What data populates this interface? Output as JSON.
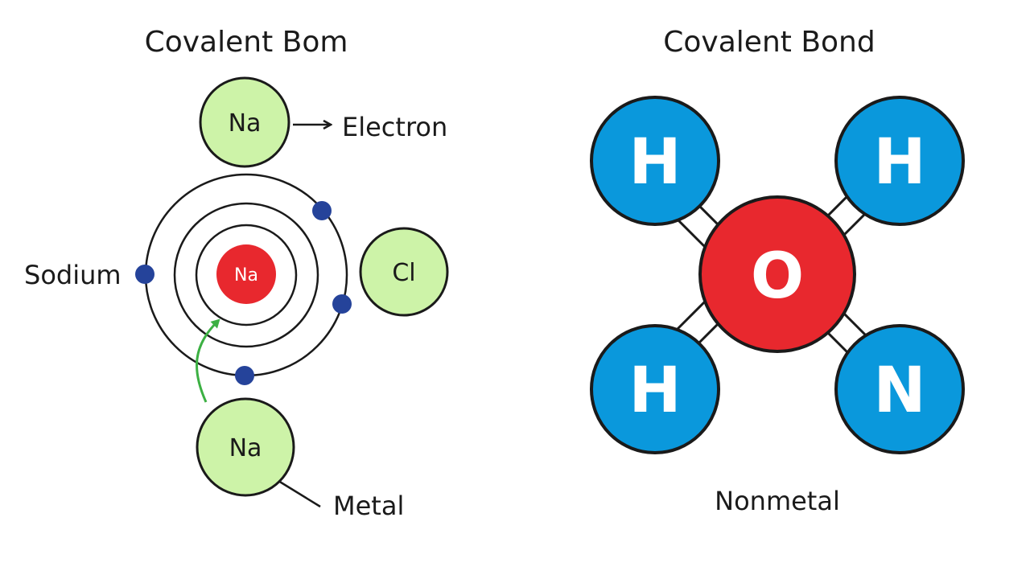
{
  "left_panel": {
    "title": "Covalent Bom",
    "top_atom": "Na",
    "electron_label": "Electron",
    "nucleus": "Na",
    "side_atom": "Cl",
    "sodium_label": "Sodium",
    "bottom_atom": "Na",
    "metal_label": "Metal"
  },
  "right_panel": {
    "title": "Covalent Bond",
    "center_atom": "O",
    "top_left_atom": "H",
    "top_right_atom": "H",
    "bottom_left_atom": "H",
    "bottom_right_atom": "N",
    "nonmetal_label": "Nonmetal"
  },
  "colors": {
    "light_green_atom": "#cdf3a8",
    "red_atom": "#e8282e",
    "blue_atom": "#0a98dc",
    "electron_dot": "#25439a",
    "green_arrow": "#3cb043"
  }
}
